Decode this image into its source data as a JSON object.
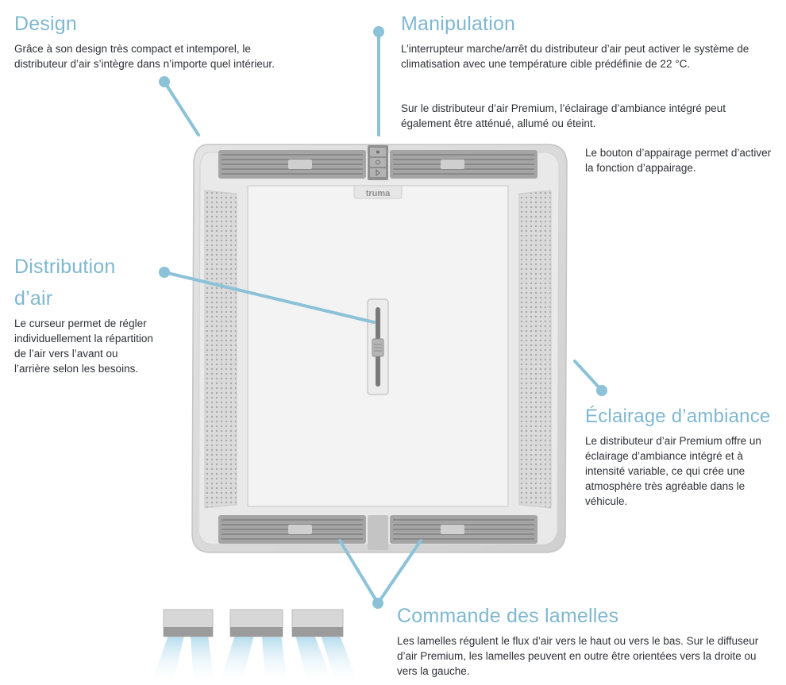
{
  "design": {
    "heading": "Design",
    "text": "Grâce à son design très compact et intemporel, le distributeur d’air s’intègre dans n’importe quel intérieur."
  },
  "manipulation": {
    "heading": "Manipulation",
    "text1": "L’interrupteur marche/arrêt du distributeur d’air peut activer le système de climatisation avec une température cible prédéfinie de 22 °C.",
    "text2": "Sur le distributeur d’air Premium, l’éclairage d’ambiance intégré peut également être atténué, allumé ou éteint.",
    "text3": "Le bouton d’appairage permet d’activer la fonction d’appairage."
  },
  "distribution": {
    "heading": "Distribution d’air",
    "text": "Le curseur permet de régler individuellement la répartition de l’air vers l’avant ou l’arrière selon les besoins."
  },
  "eclairage": {
    "heading": "Éclairage d’ambiance",
    "text": "Le distributeur d’air Premium offre un éclairage d’ambiance intégré et à intensité variable, ce qui crée une atmosphère très agréable dans le véhicule."
  },
  "lamelles": {
    "heading": "Commande des lamelles",
    "text": "Les lamelles régulent le flux d’air vers le haut ou vers le bas. Sur le diffuseur d’air Premium, les lamelles peuvent en outre être orientées vers la droite ou vers la gauche."
  },
  "device": {
    "logo": "truma"
  },
  "colors": {
    "accent": "#7fb8d0",
    "callout_line": "#8cc2d8",
    "frame": "#dcdcdc",
    "panel": "#f0f0f0",
    "vent": "#9a9a9a",
    "airflow": "#bfe0ee"
  }
}
